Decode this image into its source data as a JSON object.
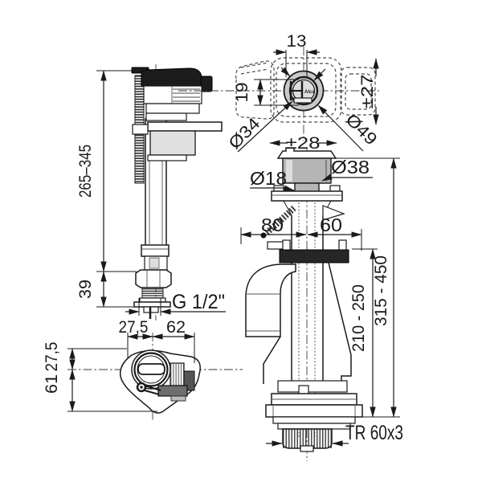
{
  "drawing": {
    "kind": "technical-dimension-drawing",
    "subject": "WC fill valve and dual-flush valve set",
    "brand_mark": "Alca",
    "colors": {
      "line": "#1a1a1a",
      "cap_black": "#1c1c1c",
      "button_gray": "#b5b5b5",
      "button_top_gray": "#c8c8c8",
      "gasket_dark": "#262626",
      "background": "#ffffff"
    },
    "labels": {
      "fill_height": "265–345",
      "fill_shank_len": "39",
      "fill_thread": "G 1/2\"",
      "fill_top_w_left": "27,5",
      "fill_top_w_right": "62",
      "fill_top_h_top": "27,5",
      "fill_top_h_bottom": "61",
      "btn_slot_w": "13",
      "btn_slot_h": "19",
      "btn_adj_v": "±27",
      "btn_adj_h": "±28",
      "btn_dia_inner": "Ø34",
      "btn_dia_outer": "Ø49",
      "stem_dia": "Ø18",
      "cap_dia": "Ø38",
      "offset_left": "80",
      "offset_right": "60",
      "height_inner": "210 - 250",
      "height_total": "315 - 450",
      "flush_thread": "TR 60x3"
    }
  }
}
